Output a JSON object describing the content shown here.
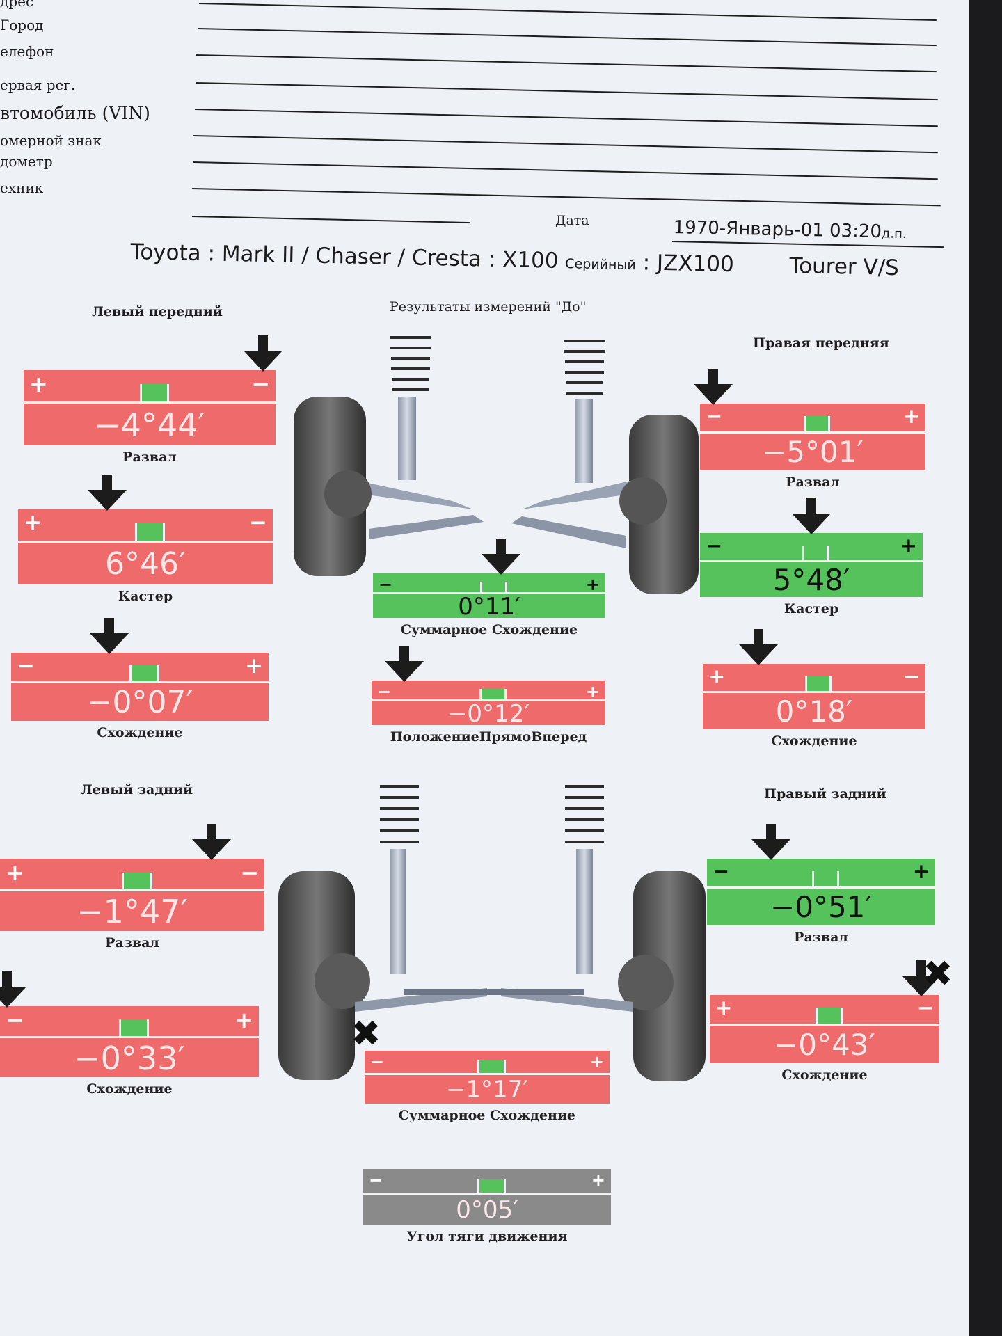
{
  "header": {
    "fields": [
      {
        "label": "дрес"
      },
      {
        "label": "Город"
      },
      {
        "label": "елефон"
      },
      {
        "label": "ервая рег."
      },
      {
        "label": "втомобиль (VIN)"
      },
      {
        "label": "омерной знак"
      },
      {
        "label": "дометр"
      },
      {
        "label": "ехник"
      }
    ],
    "date_label": "Дата",
    "date_value": "1970-Январь-01 03:20",
    "date_suffix": "д.п."
  },
  "vehicle": {
    "make_model": "Toyota : Mark II / Chaser / Cresta : X100",
    "serial_label": "Серийный",
    "serial_value": ": JZX100",
    "trim": "Tourer V/S"
  },
  "sections": {
    "front_left": "Левый передний",
    "front_title": "Результаты измерений \"До\"",
    "front_right": "Правая передняя",
    "rear_left": "Левый задний",
    "rear_right": "Правый задний"
  },
  "gauges": {
    "fl_camber": {
      "value": "−4°44′",
      "caption": "Развал",
      "left_sign": "+",
      "right_sign": "−",
      "status": "red"
    },
    "fl_caster": {
      "value": "6°46′",
      "caption": "Кастер",
      "left_sign": "+",
      "right_sign": "−",
      "status": "red"
    },
    "fl_toe": {
      "value": "−0°07′",
      "caption": "Схождение",
      "left_sign": "−",
      "right_sign": "+",
      "status": "red"
    },
    "fr_camber": {
      "value": "−5°01′",
      "caption": "Развал",
      "left_sign": "−",
      "right_sign": "+",
      "status": "red"
    },
    "fr_caster": {
      "value": "5°48′",
      "caption": "Кастер",
      "left_sign": "−",
      "right_sign": "+",
      "status": "green"
    },
    "fr_toe": {
      "value": "0°18′",
      "caption": "Схождение",
      "left_sign": "+",
      "right_sign": "−",
      "status": "red"
    },
    "front_total_toe": {
      "value": "0°11′",
      "caption": "Суммарное Схождение",
      "left_sign": "−",
      "right_sign": "+",
      "status": "green"
    },
    "steer_ahead": {
      "value": "−0°12′",
      "caption": "ПоложениеПрямоВперед",
      "left_sign": "−",
      "right_sign": "+",
      "status": "red"
    },
    "rl_camber": {
      "value": "−1°47′",
      "caption": "Развал",
      "left_sign": "+",
      "right_sign": "−",
      "status": "red"
    },
    "rl_toe": {
      "value": "−0°33′",
      "caption": "Схождение",
      "left_sign": "−",
      "right_sign": "+",
      "status": "red"
    },
    "rr_camber": {
      "value": "−0°51′",
      "caption": "Развал",
      "left_sign": "−",
      "right_sign": "+",
      "status": "green"
    },
    "rr_toe": {
      "value": "−0°43′",
      "caption": "Схождение",
      "left_sign": "+",
      "right_sign": "−",
      "status": "red"
    },
    "rear_total_toe": {
      "value": "−1°17′",
      "caption": "Суммарное Схождение",
      "left_sign": "−",
      "right_sign": "+",
      "status": "red"
    },
    "thrust_angle": {
      "value": "0°05′",
      "caption": "Угол тяги движения",
      "left_sign": "−",
      "right_sign": "+",
      "status": "gray"
    }
  },
  "colors": {
    "red": "#ef6b6b",
    "red_light": "#f08585",
    "green": "#55c25c",
    "gray": "#8a8a8a",
    "arrow": "#1c1c1c"
  },
  "icons": {
    "indicator": "down-arrow-icon",
    "out_of_range": "x-mark-icon",
    "suspension": "strut-suspension-illustration"
  }
}
